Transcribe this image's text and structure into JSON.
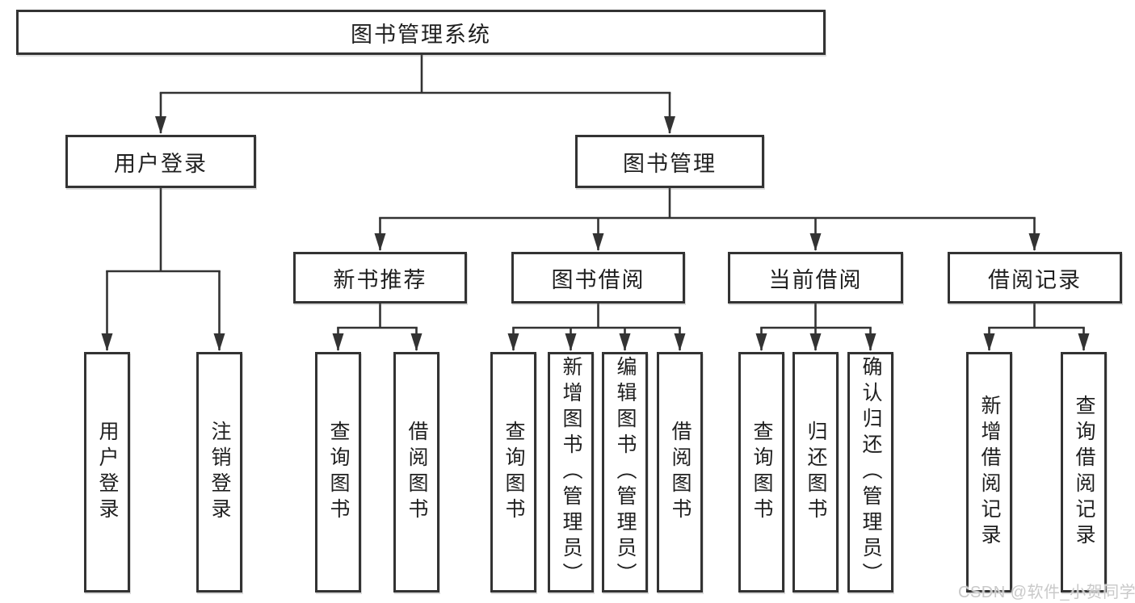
{
  "diagram": {
    "root": {
      "label": "图书管理系统"
    },
    "branches": [
      {
        "label": "用户登录",
        "children": [
          {
            "label": "用户登录"
          },
          {
            "label": "注销登录"
          }
        ]
      },
      {
        "label": "图书管理",
        "children": [
          {
            "label": "新书推荐",
            "children": [
              {
                "label": "查询图书"
              },
              {
                "label": "借阅图书"
              }
            ]
          },
          {
            "label": "图书借阅",
            "children": [
              {
                "label": "查询图书"
              },
              {
                "label": "新增图书（管理员）"
              },
              {
                "label": "编辑图书（管理员）"
              },
              {
                "label": "借阅图书"
              }
            ]
          },
          {
            "label": "当前借阅",
            "children": [
              {
                "label": "查询图书"
              },
              {
                "label": "归还图书"
              },
              {
                "label": "确认归还（管理员）"
              }
            ]
          },
          {
            "label": "借阅记录",
            "children": [
              {
                "label": "新增借阅记录"
              },
              {
                "label": "查询借阅记录"
              }
            ]
          }
        ]
      }
    ],
    "watermark": "CSDN @软件_小贺同学",
    "colors": {
      "line": "#333333",
      "text": "#1f1f1f",
      "background": "#ffffff",
      "watermark": "#c9c9c9"
    }
  }
}
